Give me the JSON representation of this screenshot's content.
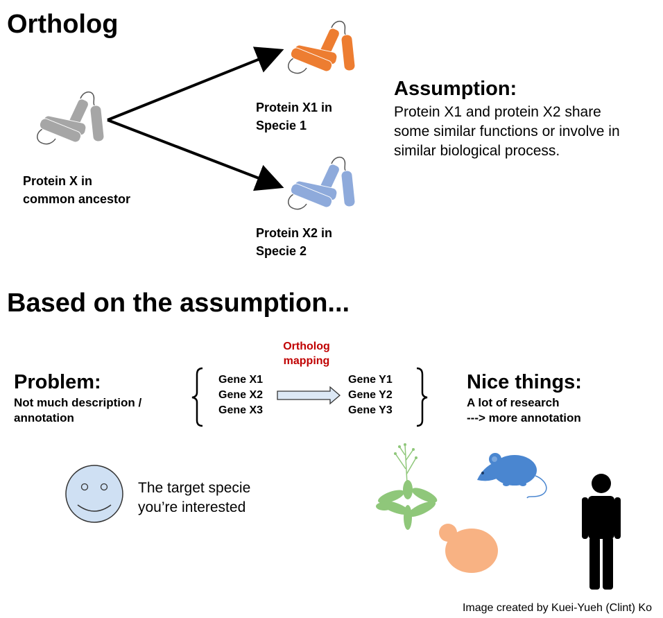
{
  "section1": {
    "title": "Ortholog",
    "ancestor_label": [
      "Protein X in",
      "common ancestor"
    ],
    "x1_label": [
      "Protein X1 in",
      "Specie 1"
    ],
    "x2_label": [
      "Protein X2 in",
      "Specie 2"
    ],
    "assumption_title": "Assumption:",
    "assumption_text": [
      "Protein X1 and protein X2 share",
      "some similar functions or involve in",
      "similar biological process."
    ],
    "colors": {
      "ancestor": "#a6a6a6",
      "x1": "#ed7d31",
      "x2": "#8eaadb"
    }
  },
  "section2": {
    "title": "Based on the assumption...",
    "mapping_label": [
      "Ortholog",
      "mapping"
    ],
    "mapping_color": "#c00000",
    "problem_title": "Problem:",
    "problem_text": [
      "Not much description /",
      "annotation"
    ],
    "genes_x": [
      "Gene X1",
      "Gene X2",
      "Gene X3"
    ],
    "genes_y": [
      "Gene Y1",
      "Gene Y2",
      "Gene Y3"
    ],
    "nice_title": "Nice things:",
    "nice_text": [
      "A lot of research",
      "---> more annotation"
    ],
    "target_text": [
      "The target specie",
      "you’re interested"
    ],
    "icons": [
      "smiley-face-icon",
      "plant-icon",
      "mouse-icon",
      "yeast-icon",
      "human-icon"
    ]
  },
  "credit": "Image created by Kuei-Yueh (Clint) Ko"
}
